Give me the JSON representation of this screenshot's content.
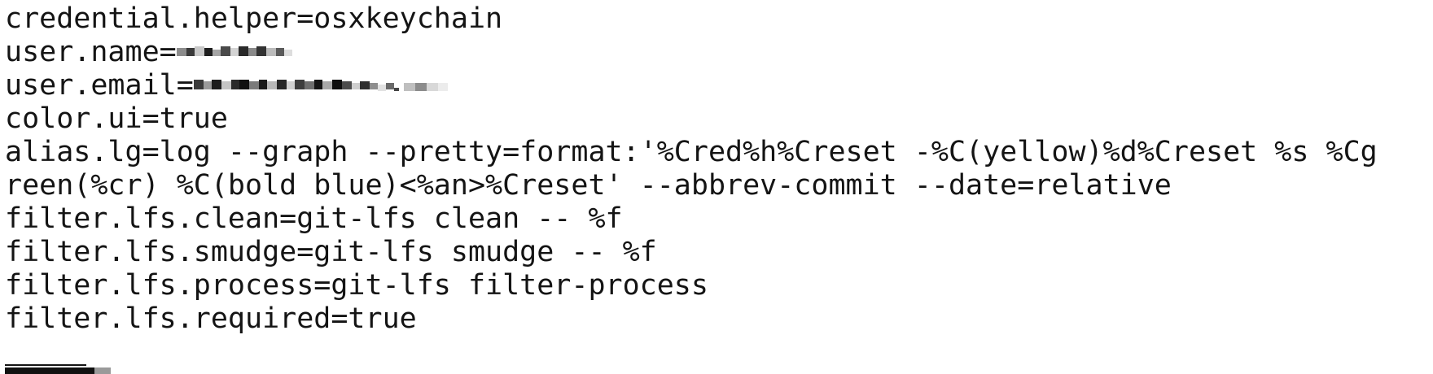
{
  "terminal": {
    "lines": [
      "credential.helper=osxkeychain",
      "user.name=",
      "user.email=",
      "color.ui=true",
      "alias.lg=log --graph --pretty=format:'%Cred%h%Creset -%C(yellow)%d%Creset %s %Cg",
      "reen(%cr) %C(bold blue)<%an>%Creset' --abbrev-commit --date=relative",
      "filter.lfs.clean=git-lfs clean -- %f",
      "filter.lfs.smudge=git-lfs smudge -- %f",
      "filter.lfs.process=git-lfs filter-process",
      "filter.lfs.required=true"
    ],
    "colors": {
      "background": "#ffffff",
      "text": "#141414",
      "cursor": "#111111"
    }
  }
}
